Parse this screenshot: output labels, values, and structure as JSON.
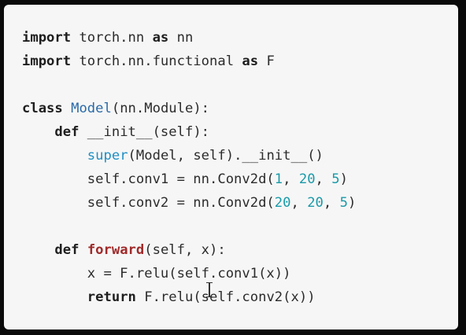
{
  "code": {
    "lines": [
      {
        "segments": [
          {
            "t": "import",
            "c": "kw"
          },
          {
            "t": " torch.nn ",
            "c": ""
          },
          {
            "t": "as",
            "c": "kw"
          },
          {
            "t": " nn",
            "c": ""
          }
        ]
      },
      {
        "segments": [
          {
            "t": "import",
            "c": "kw"
          },
          {
            "t": " torch.nn.functional ",
            "c": ""
          },
          {
            "t": "as",
            "c": "kw"
          },
          {
            "t": " F",
            "c": ""
          }
        ]
      },
      {
        "segments": []
      },
      {
        "segments": [
          {
            "t": "class",
            "c": "kw"
          },
          {
            "t": " ",
            "c": ""
          },
          {
            "t": "Model",
            "c": "cls"
          },
          {
            "t": "(nn.Module):",
            "c": ""
          }
        ]
      },
      {
        "segments": [
          {
            "t": "    ",
            "c": ""
          },
          {
            "t": "def",
            "c": "kw"
          },
          {
            "t": " __init__(self):",
            "c": ""
          }
        ]
      },
      {
        "segments": [
          {
            "t": "        ",
            "c": ""
          },
          {
            "t": "super",
            "c": "bi"
          },
          {
            "t": "(Model, self).__init__()",
            "c": ""
          }
        ]
      },
      {
        "segments": [
          {
            "t": "        self.conv1 = nn.Conv2d(",
            "c": ""
          },
          {
            "t": "1",
            "c": "num"
          },
          {
            "t": ", ",
            "c": ""
          },
          {
            "t": "20",
            "c": "num"
          },
          {
            "t": ", ",
            "c": ""
          },
          {
            "t": "5",
            "c": "num"
          },
          {
            "t": ")",
            "c": ""
          }
        ]
      },
      {
        "segments": [
          {
            "t": "        self.conv2 = nn.Conv2d(",
            "c": ""
          },
          {
            "t": "20",
            "c": "num"
          },
          {
            "t": ", ",
            "c": ""
          },
          {
            "t": "20",
            "c": "num"
          },
          {
            "t": ", ",
            "c": ""
          },
          {
            "t": "5",
            "c": "num"
          },
          {
            "t": ")",
            "c": ""
          }
        ]
      },
      {
        "segments": []
      },
      {
        "segments": [
          {
            "t": "    ",
            "c": ""
          },
          {
            "t": "def",
            "c": "kw"
          },
          {
            "t": " ",
            "c": ""
          },
          {
            "t": "forward",
            "c": "fn"
          },
          {
            "t": "(self, x):",
            "c": ""
          }
        ]
      },
      {
        "segments": [
          {
            "t": "        x = F.relu(self.conv1(x))",
            "c": ""
          }
        ]
      },
      {
        "segments": [
          {
            "t": "        ",
            "c": ""
          },
          {
            "t": "return",
            "c": "kw"
          },
          {
            "t": " F.relu(self.conv2(x))",
            "c": ""
          }
        ]
      }
    ]
  },
  "colors": {
    "background": "#f6f6f6",
    "keyword": "#1e1e1e",
    "class_name": "#2a6aa8",
    "function_name": "#a02a2a",
    "builtin": "#1f8fc4",
    "number": "#1a9aa8"
  },
  "icons": {
    "cursor": "text-cursor-icon"
  }
}
